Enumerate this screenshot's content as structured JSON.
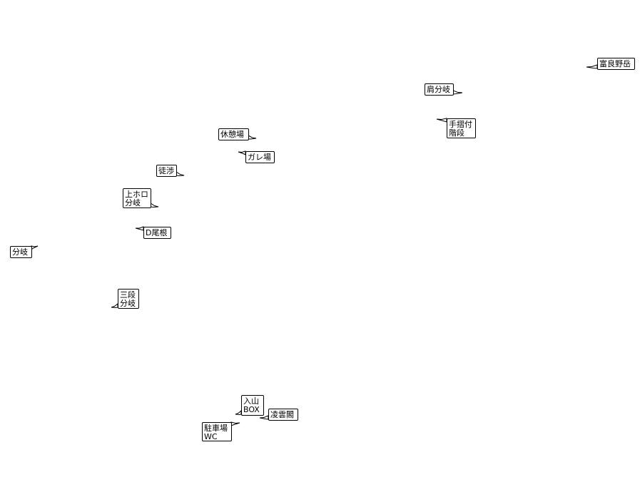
{
  "map": {
    "background": "#ffffff",
    "stroke_color": "#000000",
    "labels": [
      {
        "id": "tomiranodake",
        "lines": [
          "富良野岳"
        ]
      },
      {
        "id": "kata-bunki",
        "lines": [
          "肩分岐"
        ]
      },
      {
        "id": "tesuri",
        "lines": [
          "手摺付",
          "階段"
        ]
      },
      {
        "id": "kyukeijo",
        "lines": [
          "休憩場"
        ]
      },
      {
        "id": "garebat",
        "lines": [
          "ガレ場"
        ]
      },
      {
        "id": "toshou",
        "lines": [
          "徒渉"
        ]
      },
      {
        "id": "kamihoroguchi",
        "lines": [
          "上ホロ",
          "分岐"
        ]
      },
      {
        "id": "d-one",
        "lines": [
          "D尾根"
        ]
      },
      {
        "id": "bunki-left",
        "lines": [
          "分岐"
        ]
      },
      {
        "id": "sandan",
        "lines": [
          "三段",
          "分岐"
        ]
      },
      {
        "id": "nyuzan-box",
        "lines": [
          "入山",
          "BOX"
        ]
      },
      {
        "id": "ryounkaku",
        "lines": [
          "凌雲閣"
        ]
      },
      {
        "id": "chushajo",
        "lines": [
          "駐車場",
          "WC"
        ]
      }
    ]
  }
}
